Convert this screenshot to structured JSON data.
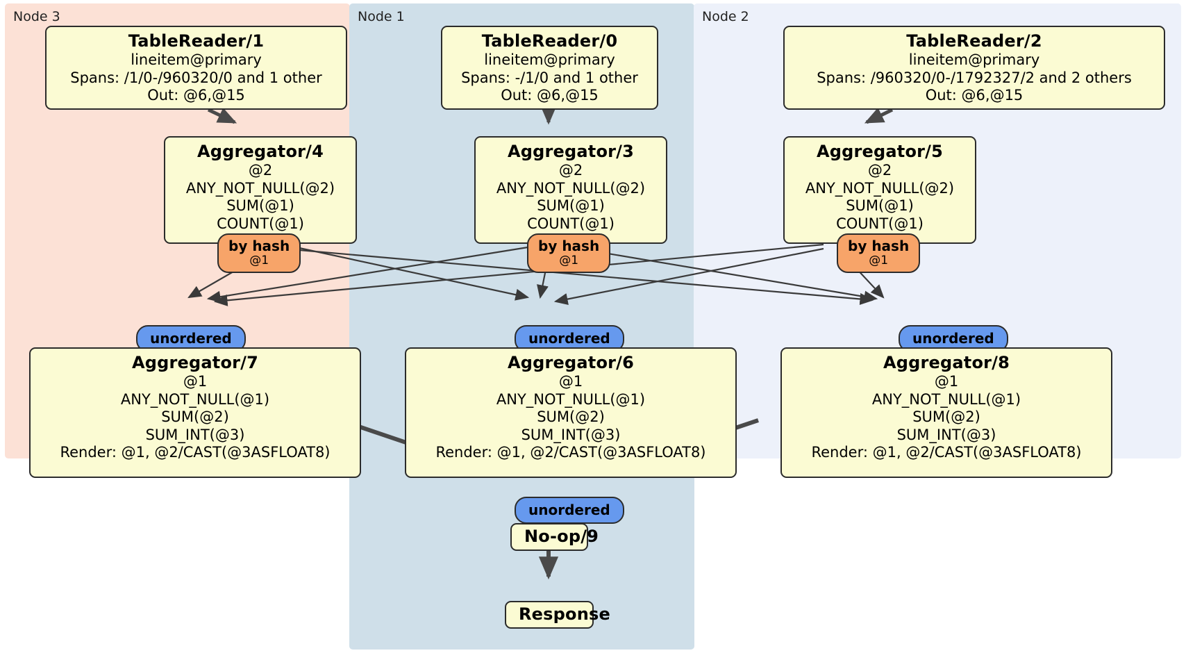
{
  "diagram": {
    "title": "Distributed query plan",
    "colors": {
      "node3_panel": "#fce1d6",
      "node1_panel": "#cfdfe9",
      "node2_panel": "#edf1fa",
      "box_fill": "#fbfbd3",
      "box_border": "#2b2b2b",
      "hash_pill": "#f7a469",
      "unordered_pill": "#6699ee",
      "edge": "#3a3a3a"
    }
  },
  "panels": [
    {
      "id": "node3",
      "label": "Node 3"
    },
    {
      "id": "node1",
      "label": "Node 1"
    },
    {
      "id": "node2",
      "label": "Node 2"
    }
  ],
  "processors": {
    "table_reader_1": {
      "title": "TableReader/1",
      "line1": "lineitem@primary",
      "line2": "Spans: /1/0-/960320/0 and 1 other",
      "line3": "Out: @6,@15"
    },
    "table_reader_0": {
      "title": "TableReader/0",
      "line1": "lineitem@primary",
      "line2": "Spans: -/1/0 and 1 other",
      "line3": "Out: @6,@15"
    },
    "table_reader_2": {
      "title": "TableReader/2",
      "line1": "lineitem@primary",
      "line2": "Spans: /960320/0-/1792327/2 and 2 others",
      "line3": "Out: @6,@15"
    },
    "aggregator_4": {
      "title": "Aggregator/4",
      "line1": "@2",
      "line2": "ANY_NOT_NULL(@2)",
      "line3": "SUM(@1)",
      "line4": "COUNT(@1)"
    },
    "aggregator_3": {
      "title": "Aggregator/3",
      "line1": "@2",
      "line2": "ANY_NOT_NULL(@2)",
      "line3": "SUM(@1)",
      "line4": "COUNT(@1)"
    },
    "aggregator_5": {
      "title": "Aggregator/5",
      "line1": "@2",
      "line2": "ANY_NOT_NULL(@2)",
      "line3": "SUM(@1)",
      "line4": "COUNT(@1)"
    },
    "aggregator_7": {
      "title": "Aggregator/7",
      "line1": "@1",
      "line2": "ANY_NOT_NULL(@1)",
      "line3": "SUM(@2)",
      "line4": "SUM_INT(@3)",
      "line5": "Render: @1, @2/CAST(@3ASFLOAT8)"
    },
    "aggregator_6": {
      "title": "Aggregator/6",
      "line1": "@1",
      "line2": "ANY_NOT_NULL(@1)",
      "line3": "SUM(@2)",
      "line4": "SUM_INT(@3)",
      "line5": "Render: @1, @2/CAST(@3ASFLOAT8)"
    },
    "aggregator_8": {
      "title": "Aggregator/8",
      "line1": "@1",
      "line2": "ANY_NOT_NULL(@1)",
      "line3": "SUM(@2)",
      "line4": "SUM_INT(@3)",
      "line5": "Render: @1, @2/CAST(@3ASFLOAT8)"
    },
    "noop_9": {
      "title": "No-op/9"
    },
    "response": {
      "title": "Response"
    }
  },
  "routers": {
    "hash_left": {
      "title": "by hash",
      "sub": "@1"
    },
    "hash_center": {
      "title": "by hash",
      "sub": "@1"
    },
    "hash_right": {
      "title": "by hash",
      "sub": "@1"
    },
    "unordered_left": {
      "label": "unordered"
    },
    "unordered_center": {
      "label": "unordered"
    },
    "unordered_right": {
      "label": "unordered"
    },
    "unordered_final": {
      "label": "unordered"
    }
  }
}
